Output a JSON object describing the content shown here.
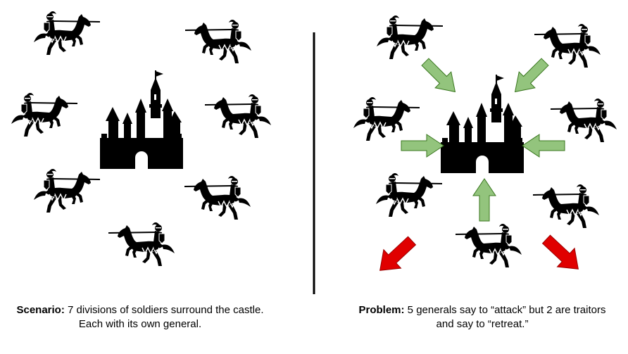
{
  "left_panel": {
    "caption_label": "Scenario:",
    "caption_text": " 7 divisions of soldiers surround the castle. Each with its own general.",
    "knights": [
      {
        "icon": "knight-icon",
        "facing": "right"
      },
      {
        "icon": "knight-icon",
        "facing": "left"
      },
      {
        "icon": "knight-icon",
        "facing": "right"
      },
      {
        "icon": "knight-icon",
        "facing": "left"
      },
      {
        "icon": "knight-icon",
        "facing": "right"
      },
      {
        "icon": "knight-icon",
        "facing": "left"
      },
      {
        "icon": "knight-icon",
        "facing": "left"
      }
    ],
    "castle_icon": "castle-icon"
  },
  "right_panel": {
    "caption_label": "Problem:",
    "caption_text": " 5 generals say to “attack” but 2 are traitors and say to “retreat.”",
    "castle_icon": "castle-icon",
    "arrows": [
      {
        "meaning": "attack",
        "color": "#93c47d"
      },
      {
        "meaning": "attack",
        "color": "#93c47d"
      },
      {
        "meaning": "attack",
        "color": "#93c47d"
      },
      {
        "meaning": "attack",
        "color": "#93c47d"
      },
      {
        "meaning": "attack",
        "color": "#93c47d"
      },
      {
        "meaning": "retreat",
        "color": "#e00000"
      },
      {
        "meaning": "retreat",
        "color": "#e00000"
      }
    ]
  },
  "colors": {
    "attack": "#93c47d",
    "retreat": "#e00000",
    "arrow_stroke": "#38761d"
  }
}
